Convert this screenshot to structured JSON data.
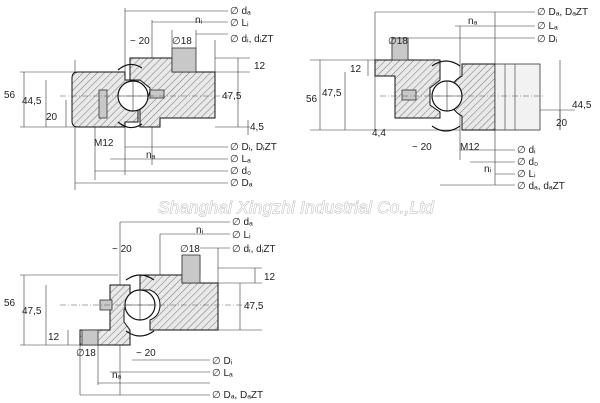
{
  "watermark": "Shanghai Xingzhi Industrial Co.,Ltd",
  "d1": {
    "top": {
      "da": "∅ dₐ",
      "ni": "nᵢ",
      "Li": "∅ Lᵢ",
      "dim20": "~ 20",
      "d18": "∅18",
      "di": "∅ dᵢ, dᵢZT"
    },
    "left": {
      "d56": "56",
      "d44": "44,5",
      "d20": "20"
    },
    "right": {
      "d12": "12",
      "d475": "47,5",
      "d45": "4,5"
    },
    "bottom": {
      "m12": "M12",
      "na": "nₐ",
      "Di": "∅ Dᵢ, DᵢZT",
      "La": "∅ Lₐ",
      "d0": "∅ d₀",
      "Da": "∅ Dₐ"
    }
  },
  "d2": {
    "top": {
      "Da": "∅ Dₐ, DₐZT",
      "na": "nₐ",
      "La": "∅ Lₐ",
      "Di": "∅ Dᵢ",
      "d18": "∅18"
    },
    "left": {
      "d12": "12",
      "d56": "56",
      "d475": "47,5",
      "d44": "4,4"
    },
    "right": {
      "d445": "44,5",
      "d20": "20"
    },
    "bottom": {
      "dim20": "~ 20",
      "m12": "M12",
      "di": "∅ dᵢ",
      "d0": "∅ d₀",
      "ni": "nᵢ",
      "Li": "∅ Lᵢ",
      "da": "∅ dₐ, dₐZT"
    }
  },
  "d3": {
    "top": {
      "da": "∅ dₐ",
      "ni": "nᵢ",
      "Li": "∅ Lᵢ",
      "dim20": "~ 20",
      "d18": "∅18",
      "di": "∅ dᵢ, dᵢZT"
    },
    "left": {
      "d56": "56",
      "d475": "47,5",
      "d12": "12"
    },
    "right": {
      "d12": "12",
      "d475": "47,5"
    },
    "bottom": {
      "d18": "∅18",
      "dim20": "~ 20",
      "na": "nₐ",
      "Di": "∅ Dᵢ",
      "La": "∅ Lₐ",
      "Da": "∅ Dₐ, DₐZT"
    }
  }
}
